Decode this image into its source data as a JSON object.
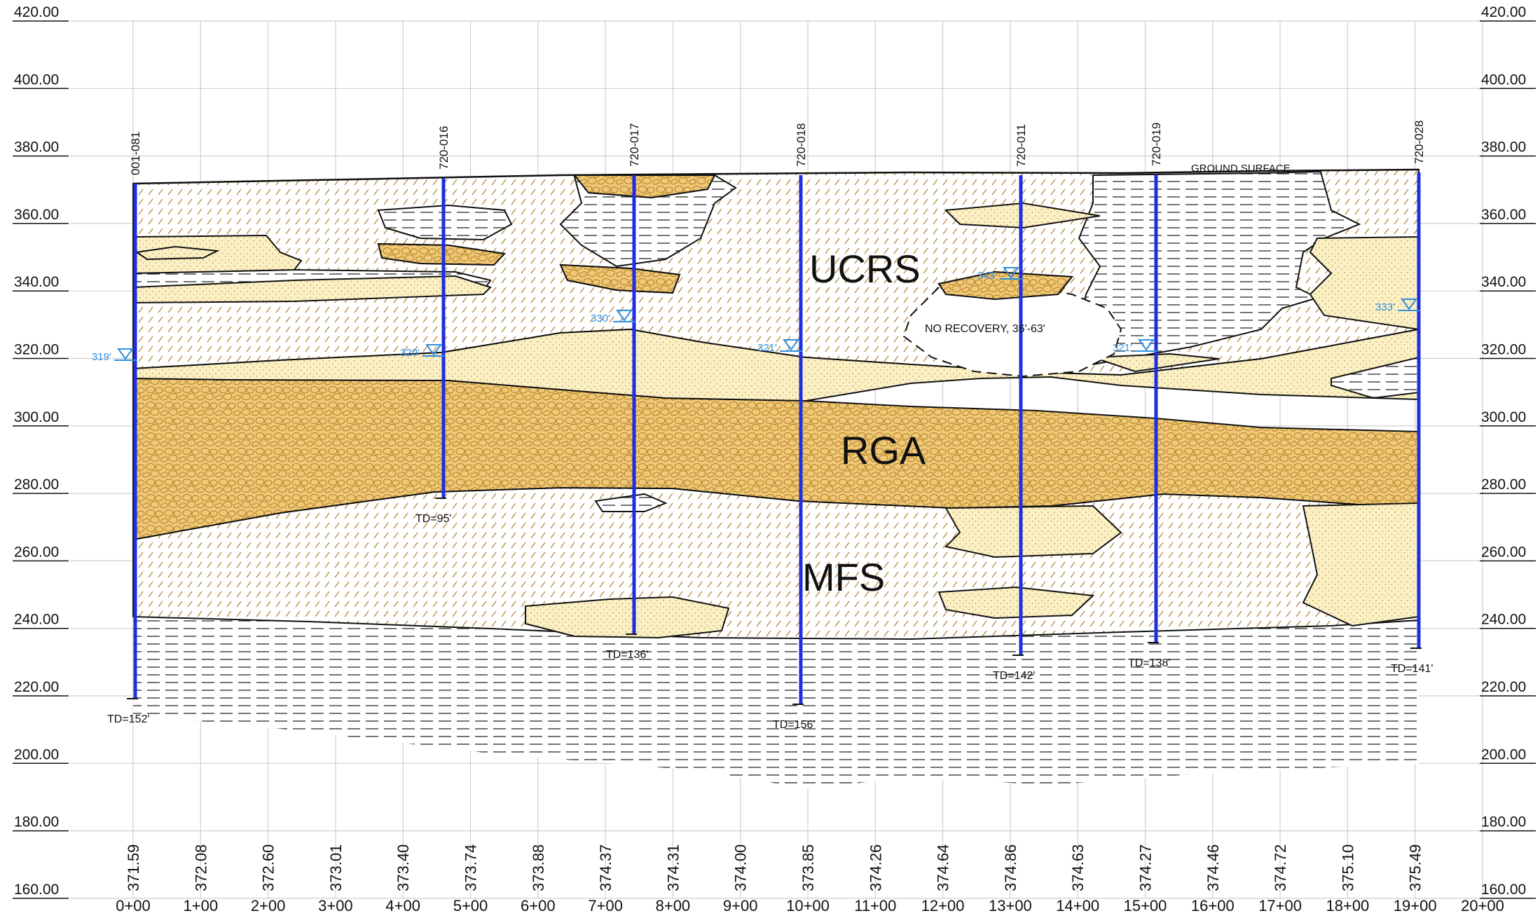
{
  "elevation_labels": [
    "420.00",
    "400.00",
    "380.00",
    "360.00",
    "340.00",
    "320.00",
    "300.00",
    "280.00",
    "260.00",
    "240.00",
    "220.00",
    "200.00",
    "180.00",
    "160.00"
  ],
  "station_labels": [
    "0+00",
    "1+00",
    "2+00",
    "3+00",
    "4+00",
    "5+00",
    "6+00",
    "7+00",
    "8+00",
    "9+00",
    "10+00",
    "11+00",
    "12+00",
    "13+00",
    "14+00",
    "15+00",
    "16+00",
    "17+00",
    "18+00",
    "19+00",
    "20+00"
  ],
  "ground_elevations": [
    "371.59",
    "372.08",
    "372.60",
    "373.01",
    "373.40",
    "373.74",
    "373.88",
    "374.37",
    "374.31",
    "374.00",
    "373.85",
    "374.26",
    "374.64",
    "374.86",
    "374.63",
    "374.27",
    "374.46",
    "374.72",
    "375.10",
    "375.49"
  ],
  "units": {
    "ucrs": "UCRS",
    "rga": "RGA",
    "mfs": "MFS"
  },
  "annotations": {
    "ground_surface": "GROUND SURFACE",
    "no_recovery": "NO RECOVERY, 36'-63'"
  },
  "wells": [
    {
      "id": "001-081",
      "td": "TD=152'",
      "water_level": "319'"
    },
    {
      "id": "720-016",
      "td": "TD=95'",
      "water_level": "320'"
    },
    {
      "id": "720-017",
      "td": "TD=136'",
      "water_level": "330'"
    },
    {
      "id": "720-018",
      "td": "TD=156'",
      "water_level": "321'"
    },
    {
      "id": "720-011",
      "td": "TD=142'",
      "water_level": "343'"
    },
    {
      "id": "720-019",
      "td": "TD=138'",
      "water_level": "321'"
    },
    {
      "id": "720-028",
      "td": "TD=141'",
      "water_level": "333'"
    }
  ],
  "colors": {
    "gravel_fill": "#f0c978",
    "sand_fill": "#fbf0c4",
    "well_line": "#1f2fe0",
    "water_level": "#2f8fe0",
    "hatch": "#b58a3c",
    "clay_dash": "#222222"
  }
}
